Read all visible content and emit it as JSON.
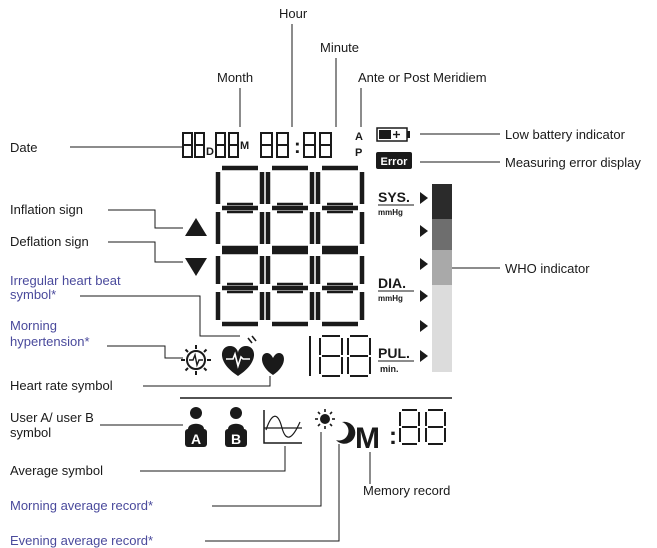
{
  "labels": {
    "hour": "Hour",
    "minute": "Minute",
    "month": "Month",
    "ante_post": "Ante or Post Meridiem",
    "date": "Date",
    "low_battery": "Low battery indicator",
    "measuring_error": "Measuring error display",
    "inflation": "Inflation sign",
    "deflation": "Deflation sign",
    "irregular_1": "Irregular heart beat",
    "irregular_2": "symbol*",
    "morning_hyp_1": "Morning",
    "morning_hyp_2": "hypertension*",
    "who": "WHO indicator",
    "heart_rate": "Heart rate symbol",
    "user_ab_1": "User A/ user B",
    "user_ab_2": "symbol",
    "average": "Average symbol",
    "memory": "Memory record",
    "morning_avg": "Morning average record*",
    "evening_avg": "Evening average record*"
  },
  "display": {
    "d_letter": "D",
    "m_letter": "M",
    "colon": ":",
    "am": "A",
    "pm": "P",
    "error_text": "Error",
    "sys": "SYS.",
    "dia": "DIA.",
    "pul": "PUL.",
    "mmhg": "mmHg",
    "min": "min.",
    "user_a": "A",
    "user_b": "B",
    "memory_m": "M",
    "memory_colon": ":"
  },
  "colors": {
    "who_levels": [
      "#2b2b2b",
      "#6e6e6e",
      "#a9a9a9",
      "#dcdcdc"
    ],
    "blue_label": "#4a4a9c"
  }
}
